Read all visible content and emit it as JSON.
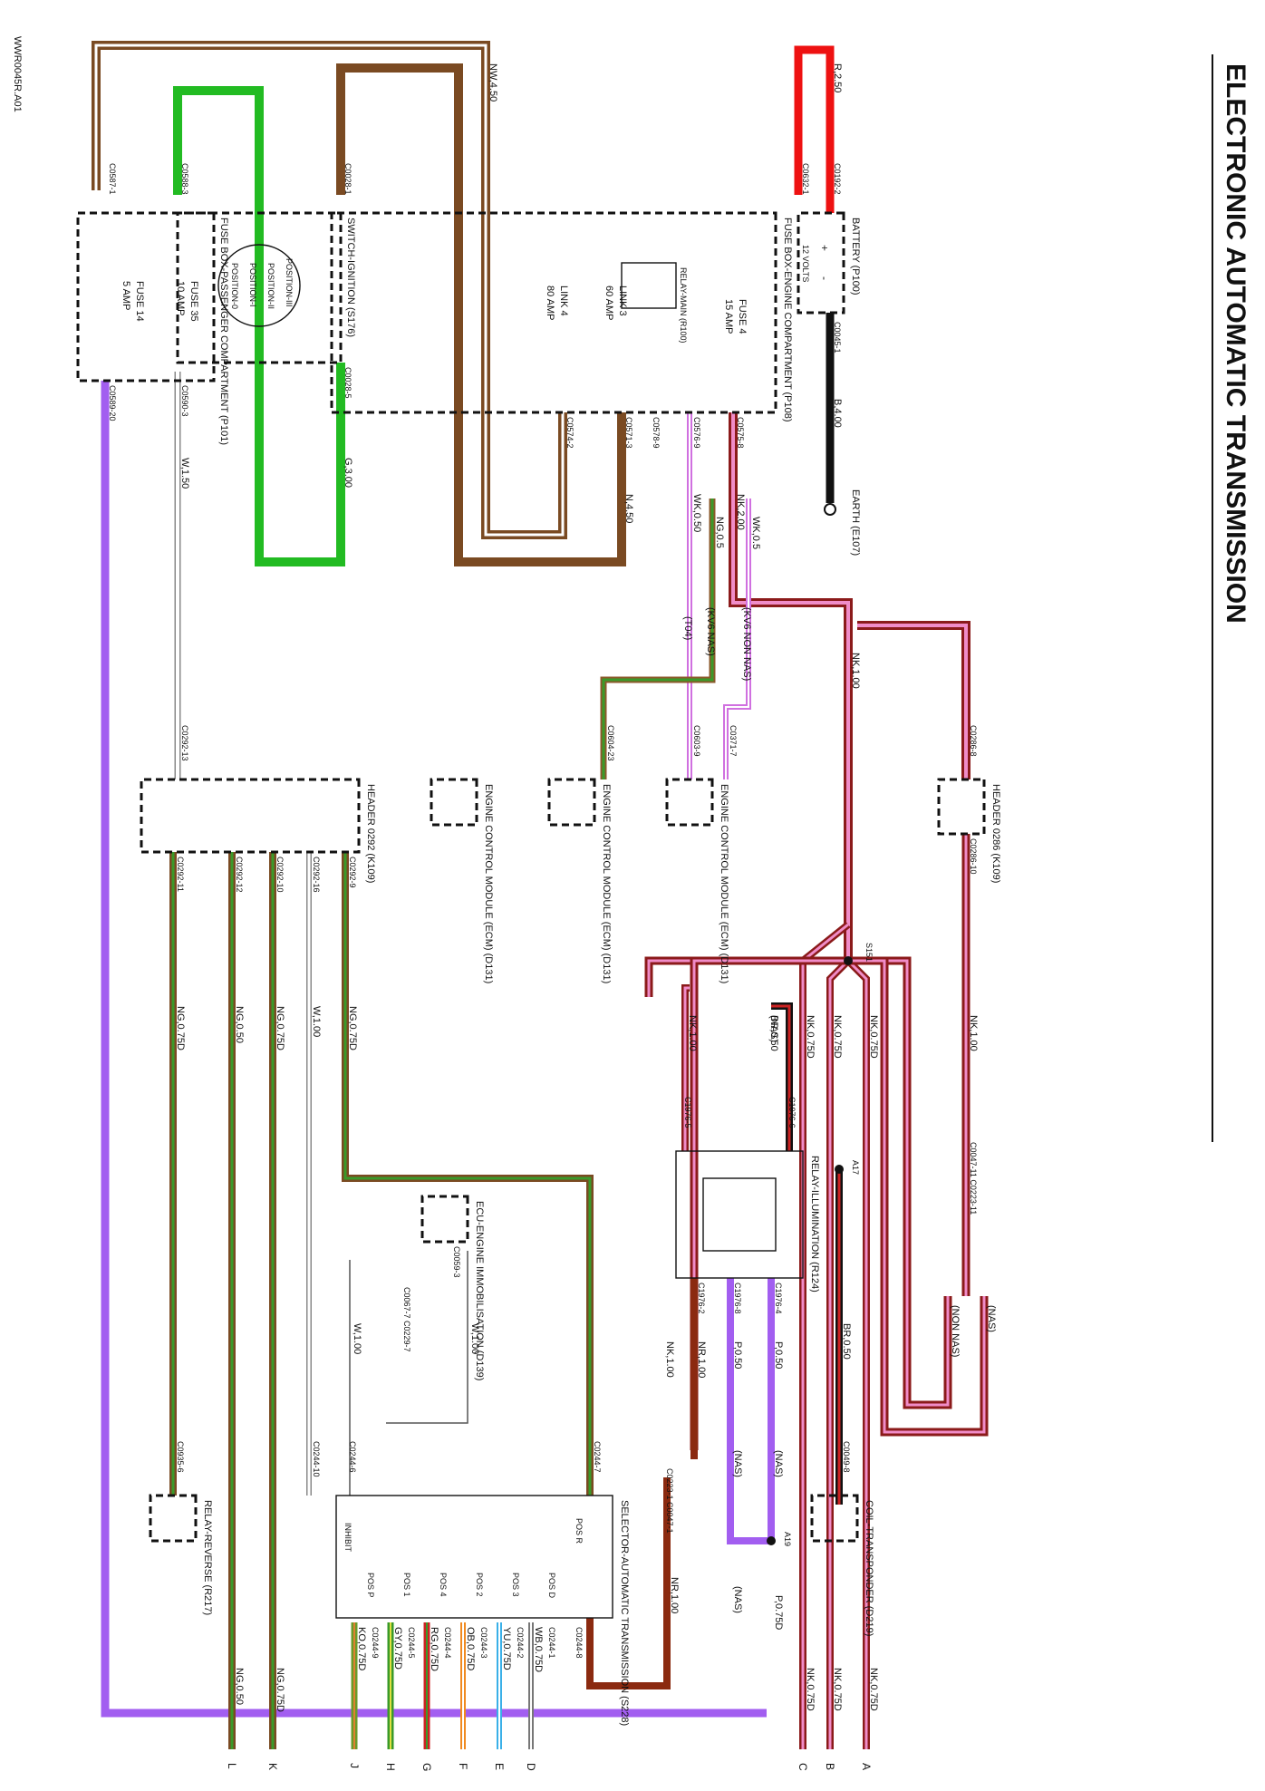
{
  "title": "ELECTRONIC AUTOMATIC TRANSMISSION",
  "doc_ref": "WWR0045R.A01",
  "components": {
    "battery": {
      "name": "BATTERY (P100)",
      "volts": "12 VOLTS",
      "plus": "+",
      "minus": "-"
    },
    "earth": {
      "name": "EARTH (E107)"
    },
    "fuse_engine": {
      "name": "FUSE BOX-ENGINE COMPARTMENT (P108)",
      "fuse4": "FUSE 4",
      "fuse4_amp": "15 AMP",
      "link3": "LINK 3",
      "link3_amp": "60 AMP",
      "link4": "LINK 4",
      "link4_amp": "80 AMP",
      "relay": "RELAY-MAIN (R100)"
    },
    "switch_ignition": {
      "name": "SWITCH-IGNITION (S176)",
      "pos": [
        "POSITION-III",
        "POSITION-II",
        "POSITION-I",
        "POSITION-0"
      ]
    },
    "fuse_passenger": {
      "name": "FUSE BOX-PASSENGER COMPARTMENT (P101)",
      "fuse35": "FUSE 35",
      "fuse35_amp": "10 AMP",
      "fuse14": "FUSE 14",
      "fuse14_amp": "5 AMP"
    },
    "header_k109": "HEADER 0286 (K109)",
    "header_0292": "HEADER 0292 (K109)",
    "ecm1": "ENGINE CONTROL MODULE (ECM) (D131)",
    "ecm2": "ENGINE CONTROL MODULE (ECM) (D131)",
    "ecm3": "ENGINE CONTROL MODULE (ECM) (D131)",
    "relay_illum": "RELAY-ILLUMINATION (R124)",
    "ecu_immob": "ECU-ENGINE IMMOBILISATION (D139)",
    "selector": "SELECTOR-AUTOMATIC TRANSMISSION (S228)",
    "selector_positions": [
      "POS R",
      "POS D",
      "POS 3",
      "POS 2",
      "POS 4",
      "POS 1",
      "POS P",
      "INHIBIT"
    ],
    "coil_transponder": "COIL-TRANSPONDER (D219)",
    "relay_reverse": "RELAY-REVERSE (R217)"
  },
  "wires": {
    "r250": "R,2.50",
    "b400": "B,4.00",
    "nw450": "NW,4.50",
    "n450": "N,4.50",
    "nk200": "NK,2.00",
    "wk050": "WK,0.50",
    "wk05": "WK,0.5",
    "ng05": "NG,0.5",
    "g300": "G,3.00",
    "w150": "W,1.50",
    "nk100a": "NK,1.00",
    "nk100b": "NK,1.00",
    "nk100c": "NK,1.00",
    "nk100d": "NK,1.00",
    "nk075a": "NK,0.75D",
    "nk075b": "NK,0.75D",
    "nk075c": "NK,0.75D",
    "nk075d": "NK,0.75D",
    "nk075e": "NK,0.75D",
    "nk075f": "NK,0.75D",
    "br050": "BR,0.50",
    "br050b": "BR,0.50",
    "nr100": "NR,1.00",
    "nr100b": "NR,1.00",
    "p050": "P,0.50",
    "p050b": "P,0.50",
    "p075": "P,0.75D",
    "ng075a": "NG,0.75D",
    "ng050": "NG,0.50",
    "ng075b": "NG,0.75D",
    "w100": "W,1.00",
    "ng075c": "NG,0.75D",
    "w100b": "W,1.00",
    "w100c": "W,1.00",
    "wb075": "WB,0.75D",
    "yu075": "YU,0.75D",
    "ob075": "OB,0.75D",
    "rg075": "RG,0.75D",
    "gy075": "GY,0.75D",
    "ko075": "KO,0.75D",
    "ng050b": "NG,0.50",
    "ng075d": "NG,0.75D"
  },
  "connectors": {
    "c0192_2": "C0192-2",
    "c0045_1": "C0045-1",
    "c0632_1": "C0632-1",
    "c0575_8": "C0575-8",
    "c0576_9": "C0576-9",
    "c0578_9": "C0578-9",
    "c0571_3": "C0571-3",
    "c0574_2": "C0574-2",
    "c0028_1": "C0028-1",
    "c0028_5": "C0028-5",
    "c0588_3": "C0588-3",
    "c0587_1": "C0587-1",
    "c0590_3": "C0590-3",
    "c0589_20": "C0589-20",
    "c0603_9": "C0603-9",
    "c0371_7": "C0371-7",
    "c0604_23": "C0604-23",
    "c0286_8": "C0286-8",
    "c0286_10": "C0286-10",
    "c0292_13": "C0292-13",
    "c0292_9": "C0292-9",
    "c0292_16": "C0292-16",
    "c0292_10": "C0292-10",
    "c0292_12": "C0292-12",
    "c0292_11": "C0292-11",
    "c0047_11": "C0047-11 C0223-11",
    "c1976_6": "C1976-6",
    "c1976_5": "C1976-5",
    "c1976_4": "C1976-4",
    "c1976_8": "C1976-8",
    "c1976_2": "C1976-2",
    "c0059_3": "C0059-3",
    "c0067_7": "C0067-7 C0229-7",
    "c0244_7": "C0244-7",
    "c0244_6": "C0244-6",
    "c0244_10": "C0244-10",
    "c0935_6": "C0935-6",
    "c0223_1": "C0223-1 C0047-1",
    "c0049_8": "C0049-8",
    "c0244_8": "C0244-8",
    "c0244_1": "C0244-1",
    "c0244_2": "C0244-2",
    "c0244_3": "C0244-3",
    "c0244_4": "C0244-4",
    "c0244_5": "C0244-5",
    "c0244_9": "C0244-9"
  },
  "splices": {
    "s151": "S151",
    "a17": "A17",
    "a19": "A19"
  },
  "notes": {
    "t4": "(T04)",
    "kv6_nonnas": "(KV6 NON NAS)",
    "kv6_nas": "(KV6 NAS)",
    "nas1": "(NAS)",
    "nonnas": "(NON NAS)",
    "nas2": "(NAS)",
    "nas3": "(NAS)",
    "nas4": "(NAS)",
    "nas5": "(NAS)"
  },
  "terminals": [
    "A",
    "B",
    "C",
    "D",
    "E",
    "F",
    "G",
    "H",
    "J",
    "K",
    "L"
  ]
}
